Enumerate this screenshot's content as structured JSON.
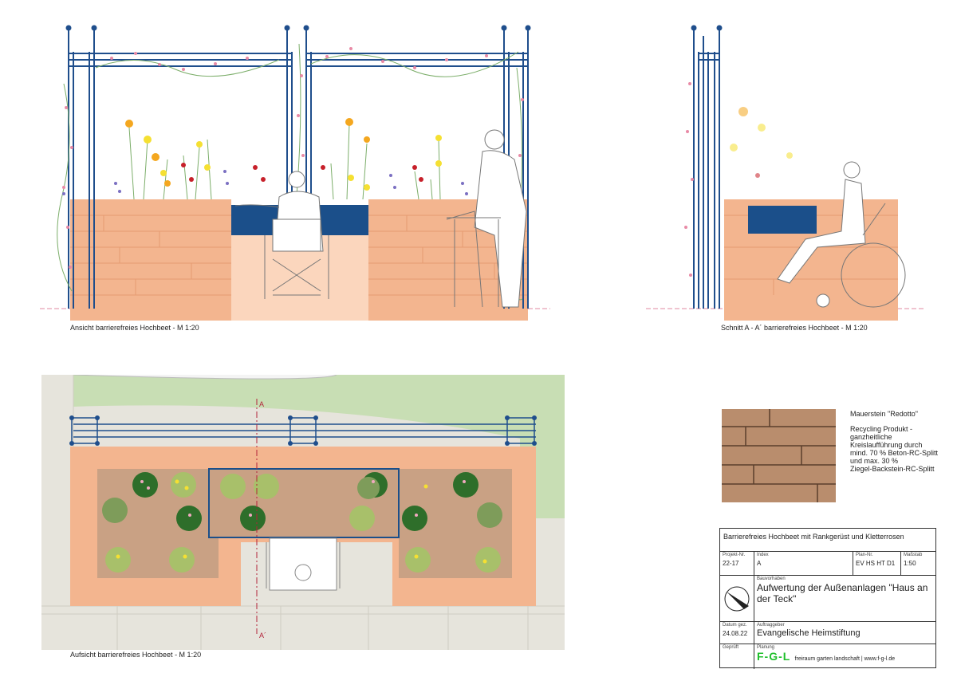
{
  "captions": {
    "elevation": "Ansicht barrierefreies Hochbeet - M 1:20",
    "section": "Schnitt A - A´ barrierefreies Hochbeet - M 1:20",
    "plan": "Aufsicht barrierefreies Hochbeet - M 1:20"
  },
  "section_marks": {
    "top": "A",
    "bottom": "A´"
  },
  "legend": {
    "title": "Mauerstein \"Redotto\"",
    "lines": [
      "Recycling Produkt -",
      "ganzheitliche",
      "Kreislaufführung durch",
      "mind. 70 % Beton-RC-Splitt",
      "und max. 30 %",
      "Ziegel-Backstein-RC-Splitt"
    ]
  },
  "title_block": {
    "title": "Barrierefreies Hochbeet mit Rankgerüst und Kletterrosen",
    "project_no_label": "Projekt-Nr.",
    "project_no": "22-17",
    "index_label": "Index",
    "index": "A",
    "plan_no_label": "Plan-Nr.",
    "plan_no": "EV HS HT D1",
    "scale_label": "Maßstab",
    "scale": "1:50",
    "project_label": "Bauvorhaben",
    "project": "Aufwertung der Außenanlagen \"Haus an der Teck\"",
    "date_label": "Datum gez.",
    "date": "24.08.22",
    "client_label": "Auftraggeber",
    "client": "Evangelische Heimstiftung",
    "checked_label": "Geprüft",
    "planning_label": "Planung",
    "planner_logo": "F-G-L",
    "planner_text": "freiraum garten landschaft | www.f-g-l.de"
  },
  "colors": {
    "brick": "#f3b58f",
    "brick_dark": "#e69b72",
    "frame": "#1f4e8c",
    "planter_blue": "#1b4f8a",
    "soil": "#c9a184",
    "lawn": "#c8deb4",
    "paving": "#e6e4dc",
    "logo_green": "#1fbf2b"
  }
}
